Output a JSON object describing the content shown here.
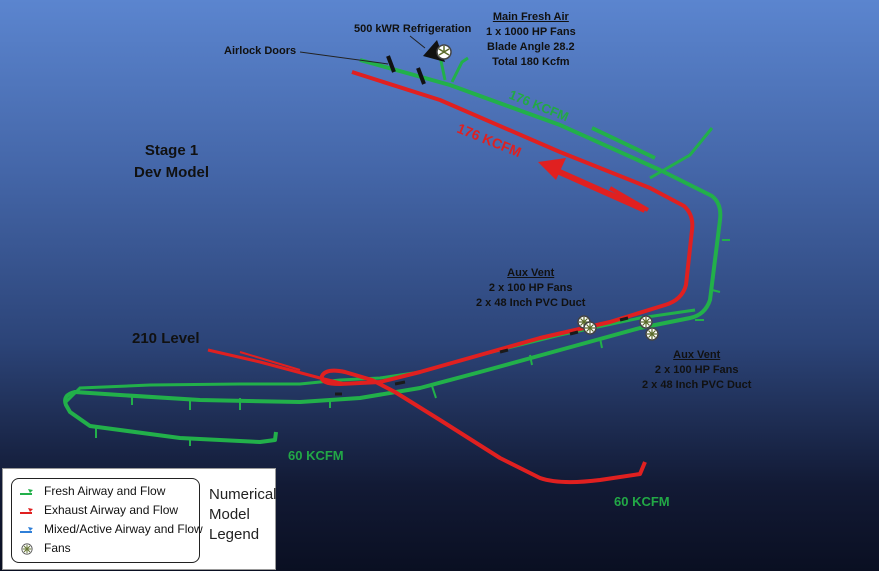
{
  "title": {
    "line1": "Stage 1",
    "line2": "Dev Model"
  },
  "level_label": "210 Level",
  "annotations": {
    "airlock": "Airlock Doors",
    "refrigeration": "500 kWR Refrigeration",
    "main_fresh_air": {
      "heading": "Main Fresh Air",
      "line1": "1 x 1000 HP Fans",
      "line2": "Blade Angle 28.2",
      "line3": "Total 180 Kcfm"
    },
    "aux_vent_1": {
      "heading": "Aux Vent",
      "line1": "2 x 100 HP Fans",
      "line2": "2 x 48 Inch PVC Duct"
    },
    "aux_vent_2": {
      "heading": "Aux Vent",
      "line1": "2 x 100 HP Fans",
      "line2": "2 x 48 Inch PVC Duct"
    }
  },
  "flows": {
    "fresh_main": "176 KCFM",
    "exhaust_main": "176 KCFM",
    "fresh_lower": "60 KCFM",
    "exhaust_lower": "60 KCFM"
  },
  "legend": {
    "title_l1": "Numerical",
    "title_l2": "Model",
    "title_l3": "Legend",
    "items": [
      {
        "label": "Fresh Airway and Flow",
        "color": "#22b04a",
        "icon": "green-arrow-icon"
      },
      {
        "label": "Exhaust Airway and Flow",
        "color": "#e02020",
        "icon": "red-arrow-icon"
      },
      {
        "label": "Mixed/Active Airway and Flow",
        "color": "#2f7fd8",
        "icon": "blue-arrow-icon"
      },
      {
        "label": "Fans",
        "color": "#6a7a3a",
        "icon": "fan-icon"
      }
    ]
  },
  "colors": {
    "fresh": "#22b04a",
    "exhaust": "#e02020",
    "mixed": "#2f7fd8",
    "background_top": "#5b85cf",
    "background_bottom": "#0a0f22"
  }
}
